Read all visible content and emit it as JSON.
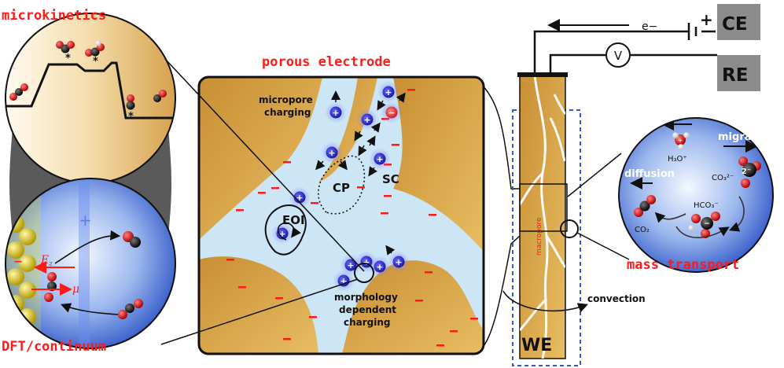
{
  "labels": {
    "microkinetics": "microkinetics",
    "porous_electrode": "porous electrode",
    "dft_continuum": "DFT/continuum",
    "mass_transport": "mass transport",
    "micropore_charging_1": "micropore",
    "micropore_charging_2": "charging",
    "cp": "CP",
    "sc": "SC",
    "eoi": "EOI",
    "morph_1": "morphology",
    "morph_2": "dependent",
    "morph_3": "charging",
    "convection": "convection",
    "ce": "CE",
    "re": "RE",
    "we": "WE",
    "electron": "e−",
    "voltmeter": "V",
    "battery_plus": "+",
    "macropore": "macropore",
    "migration": "migration",
    "diffusion": "diffusion",
    "h3o": "H₃O⁺",
    "co3": "CO₃²⁻",
    "hco3": "HCO₃⁻",
    "co2": "CO₂",
    "two_minus": "2⁻",
    "ez": "E",
    "ez_sub": "z",
    "mu": "μ",
    "star": "*"
  },
  "colors": {
    "accent_red": "#ff1a1a",
    "gold": "#d8a24a",
    "electrolyte": "#cfe6f5",
    "blue_ion": "#3a3ad0"
  }
}
